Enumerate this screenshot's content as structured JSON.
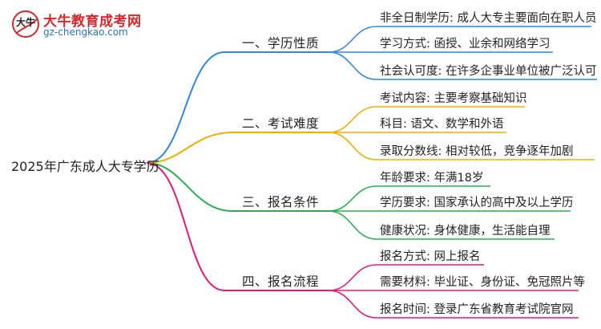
{
  "logo": {
    "title": "大牛教育成考网",
    "url": "gz-chengkao.com",
    "mark_text": "大牛"
  },
  "root": {
    "label": "2025年广东成人大专学历"
  },
  "branches": [
    {
      "label": "一、学历性质",
      "color": "#2f86e6",
      "items": [
        "非全日制学历: 成人大专主要面向在职人员",
        "学习方式: 函授、业余和网络学习",
        "社会认可度: 在许多企事业单位被广泛认可"
      ]
    },
    {
      "label": "二、考试难度",
      "color": "#f0ae00",
      "items": [
        "考试内容: 主要考察基础知识",
        "科目: 语文、数学和外语",
        "录取分数线: 相对较低，竞争逐年加剧"
      ]
    },
    {
      "label": "三、报名条件",
      "color": "#23b24b",
      "items": [
        "年龄要求: 年满18岁",
        "学历要求: 国家承认的高中及以上学历",
        "健康状况: 身体健康，生活能自理"
      ]
    },
    {
      "label": "四、报名流程",
      "color": "#e6197a",
      "items": [
        "报名方式: 网上报名",
        "需要材料: 毕业证、身份证、免冠照片等",
        "报名时间: 登录广东省教育考试院官网"
      ]
    }
  ]
}
